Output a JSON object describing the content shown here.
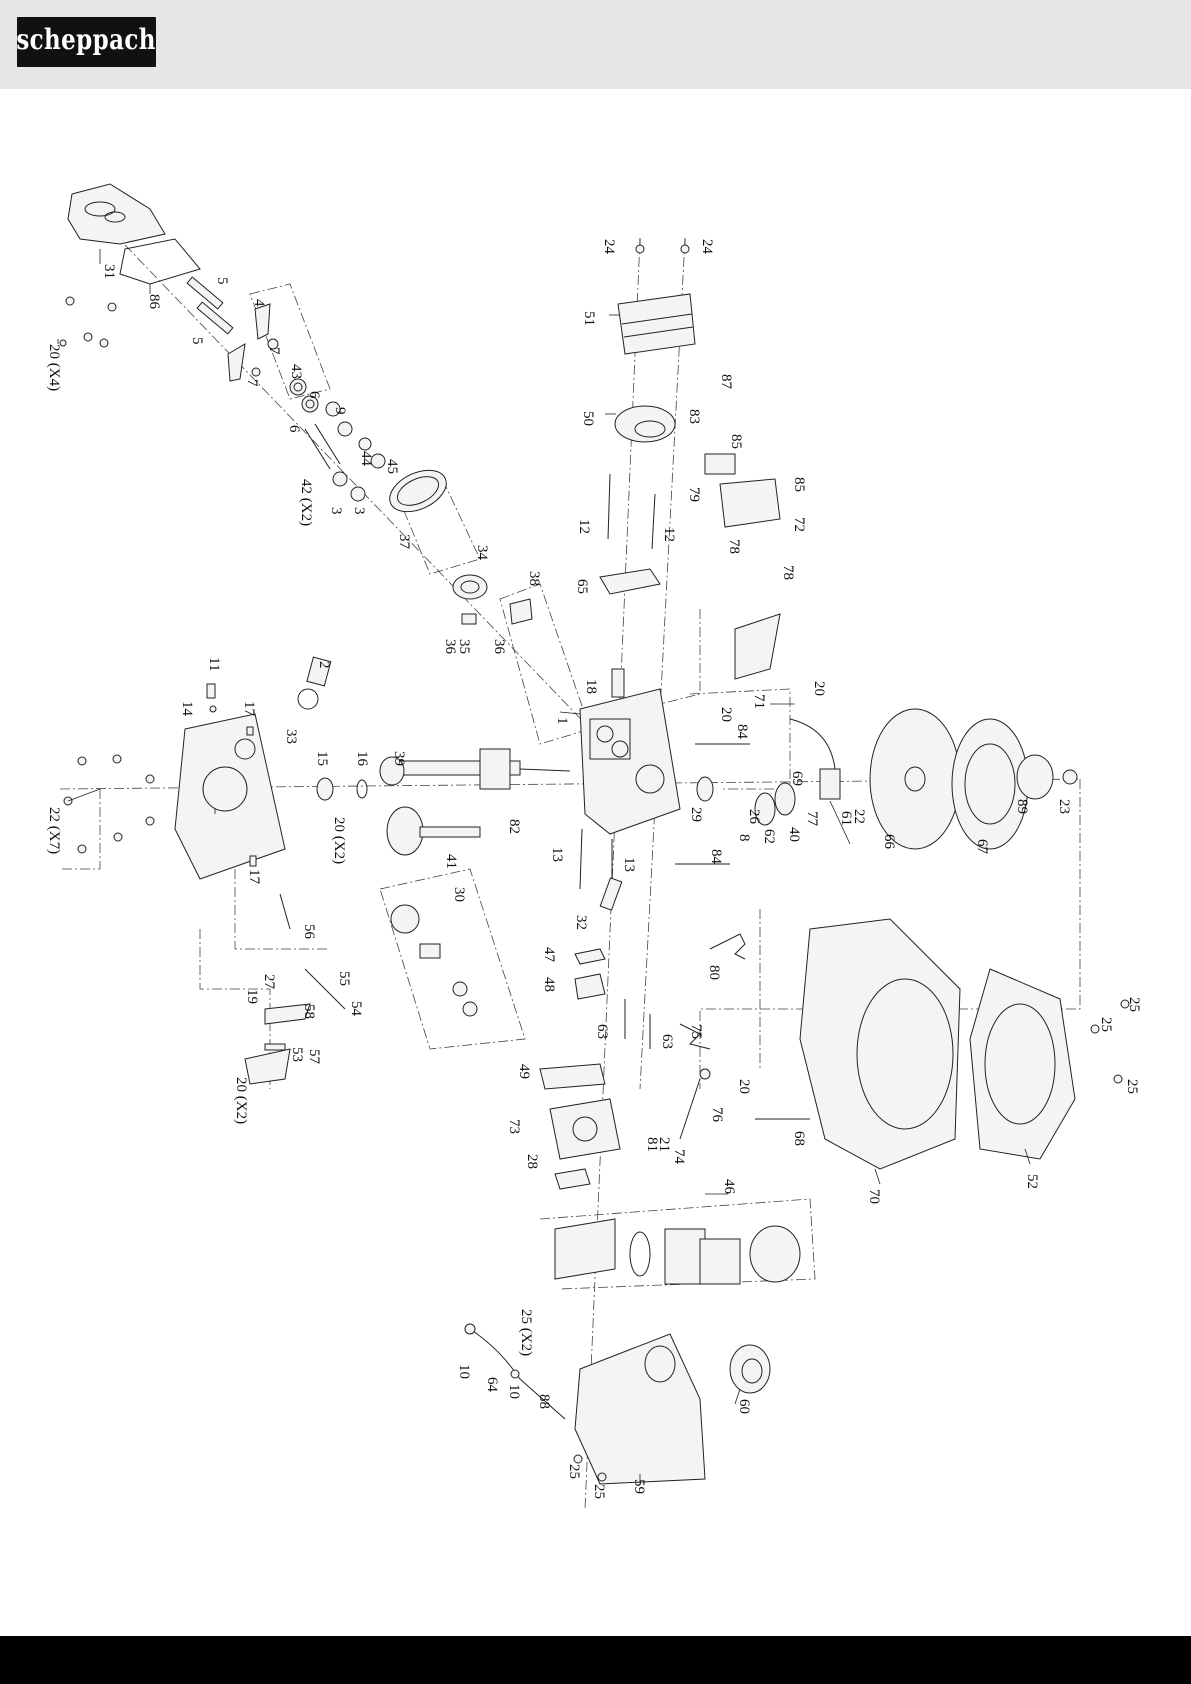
{
  "brand": {
    "logo_text": "scheppach"
  },
  "diagram": {
    "labels": [
      {
        "id": "l1",
        "text": "1"
      },
      {
        "id": "l2",
        "text": "2"
      },
      {
        "id": "l3a",
        "text": "3"
      },
      {
        "id": "l3b",
        "text": "3"
      },
      {
        "id": "l4",
        "text": "4"
      },
      {
        "id": "l5a",
        "text": "5"
      },
      {
        "id": "l5b",
        "text": "5"
      },
      {
        "id": "l6a",
        "text": "6"
      },
      {
        "id": "l6b",
        "text": "6"
      },
      {
        "id": "l7a",
        "text": "7"
      },
      {
        "id": "l7b",
        "text": "7"
      },
      {
        "id": "l8",
        "text": "8"
      },
      {
        "id": "l9",
        "text": "9"
      },
      {
        "id": "l10a",
        "text": "10"
      },
      {
        "id": "l10b",
        "text": "10"
      },
      {
        "id": "l11",
        "text": "11"
      },
      {
        "id": "l12a",
        "text": "12"
      },
      {
        "id": "l12b",
        "text": "12"
      },
      {
        "id": "l13a",
        "text": "13"
      },
      {
        "id": "l13b",
        "text": "13"
      },
      {
        "id": "l14",
        "text": "14"
      },
      {
        "id": "l15",
        "text": "15"
      },
      {
        "id": "l16",
        "text": "16"
      },
      {
        "id": "l17a",
        "text": "17"
      },
      {
        "id": "l17b",
        "text": "17"
      },
      {
        "id": "l18",
        "text": "18"
      },
      {
        "id": "l19",
        "text": "19"
      },
      {
        "id": "l20a",
        "text": "20 (X4)"
      },
      {
        "id": "l20b",
        "text": "20"
      },
      {
        "id": "l20c",
        "text": "20"
      },
      {
        "id": "l20d",
        "text": "20 (X2)"
      },
      {
        "id": "l20e",
        "text": "20 (X2)"
      },
      {
        "id": "l20f",
        "text": "20"
      },
      {
        "id": "l21",
        "text": "21"
      },
      {
        "id": "l22a",
        "text": "22 (X7)"
      },
      {
        "id": "l22b",
        "text": "22"
      },
      {
        "id": "l23",
        "text": "23"
      },
      {
        "id": "l24a",
        "text": "24"
      },
      {
        "id": "l24b",
        "text": "24"
      },
      {
        "id": "l25a",
        "text": "25"
      },
      {
        "id": "l25b",
        "text": "25"
      },
      {
        "id": "l25c",
        "text": "25"
      },
      {
        "id": "l25d",
        "text": "25 (X2)"
      },
      {
        "id": "l25e",
        "text": "25"
      },
      {
        "id": "l25f",
        "text": "25"
      },
      {
        "id": "l26",
        "text": "26"
      },
      {
        "id": "l27",
        "text": "27"
      },
      {
        "id": "l28",
        "text": "28"
      },
      {
        "id": "l29",
        "text": "29"
      },
      {
        "id": "l30",
        "text": "30"
      },
      {
        "id": "l31",
        "text": "31"
      },
      {
        "id": "l32",
        "text": "32"
      },
      {
        "id": "l33",
        "text": "33"
      },
      {
        "id": "l34",
        "text": "34"
      },
      {
        "id": "l35",
        "text": "35"
      },
      {
        "id": "l36a",
        "text": "36"
      },
      {
        "id": "l36b",
        "text": "36"
      },
      {
        "id": "l37",
        "text": "37"
      },
      {
        "id": "l38",
        "text": "38"
      },
      {
        "id": "l39",
        "text": "39"
      },
      {
        "id": "l40",
        "text": "40"
      },
      {
        "id": "l41",
        "text": "41"
      },
      {
        "id": "l42",
        "text": "42 (X2)"
      },
      {
        "id": "l43",
        "text": "43"
      },
      {
        "id": "l44",
        "text": "44"
      },
      {
        "id": "l45",
        "text": "45"
      },
      {
        "id": "l46",
        "text": "46"
      },
      {
        "id": "l47",
        "text": "47"
      },
      {
        "id": "l48",
        "text": "48"
      },
      {
        "id": "l49",
        "text": "49"
      },
      {
        "id": "l50",
        "text": "50"
      },
      {
        "id": "l51",
        "text": "51"
      },
      {
        "id": "l52",
        "text": "52"
      },
      {
        "id": "l53",
        "text": "53"
      },
      {
        "id": "l54",
        "text": "54"
      },
      {
        "id": "l55",
        "text": "55"
      },
      {
        "id": "l56",
        "text": "56"
      },
      {
        "id": "l57",
        "text": "57"
      },
      {
        "id": "l58",
        "text": "58"
      },
      {
        "id": "l59",
        "text": "59"
      },
      {
        "id": "l60",
        "text": "60"
      },
      {
        "id": "l61",
        "text": "61"
      },
      {
        "id": "l62",
        "text": "62"
      },
      {
        "id": "l63a",
        "text": "63"
      },
      {
        "id": "l63b",
        "text": "63"
      },
      {
        "id": "l64",
        "text": "64"
      },
      {
        "id": "l65",
        "text": "65"
      },
      {
        "id": "l66",
        "text": "66"
      },
      {
        "id": "l67",
        "text": "67"
      },
      {
        "id": "l68",
        "text": "68"
      },
      {
        "id": "l69",
        "text": "69"
      },
      {
        "id": "l70",
        "text": "70"
      },
      {
        "id": "l71",
        "text": "71"
      },
      {
        "id": "l72",
        "text": "72"
      },
      {
        "id": "l73",
        "text": "73"
      },
      {
        "id": "l74",
        "text": "74"
      },
      {
        "id": "l75",
        "text": "75"
      },
      {
        "id": "l76",
        "text": "76"
      },
      {
        "id": "l77",
        "text": "77"
      },
      {
        "id": "l78a",
        "text": "78"
      },
      {
        "id": "l78b",
        "text": "78"
      },
      {
        "id": "l79",
        "text": "79"
      },
      {
        "id": "l80",
        "text": "80"
      },
      {
        "id": "l81",
        "text": "81"
      },
      {
        "id": "l82",
        "text": "82"
      },
      {
        "id": "l83",
        "text": "83"
      },
      {
        "id": "l84a",
        "text": "84"
      },
      {
        "id": "l84b",
        "text": "84"
      },
      {
        "id": "l85a",
        "text": "85"
      },
      {
        "id": "l85b",
        "text": "85"
      },
      {
        "id": "l86",
        "text": "86"
      },
      {
        "id": "l87",
        "text": "87"
      },
      {
        "id": "l88",
        "text": "88"
      },
      {
        "id": "l89",
        "text": "89"
      }
    ]
  }
}
